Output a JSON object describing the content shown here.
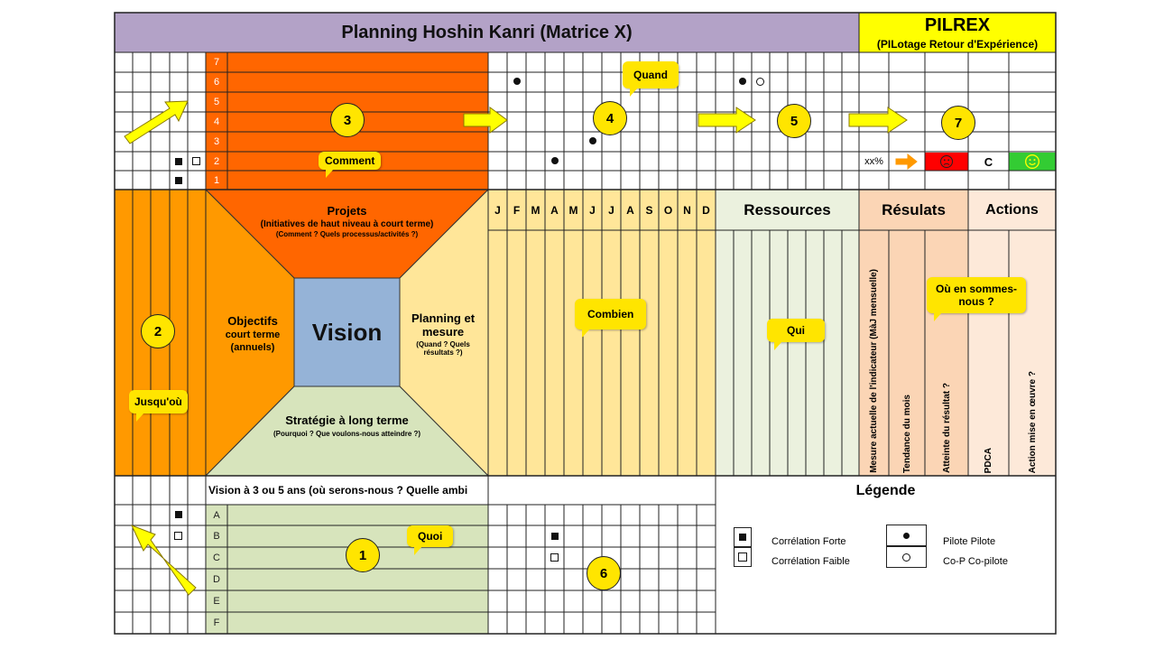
{
  "title": "Planning Hoshin Kanri (Matrice X)",
  "brand": {
    "name": "PILREX",
    "subtitle": "(PILotage Retour d'Expérience)"
  },
  "center": {
    "vision": "Vision",
    "top": {
      "title": "Projets",
      "line1": "(Initiatives de haut niveau à court terme)",
      "line2": "(Comment ? Quels processus/activités ?)"
    },
    "left": {
      "title": "Objectifs",
      "line1": "court terme",
      "line2": "(annuels)"
    },
    "right": {
      "title1": "Planning et",
      "title2": "mesure",
      "line1": "(Quand ? Quels",
      "line2": "résultats ?)"
    },
    "bottom": {
      "title": "Stratégie à long terme",
      "line1": "(Pourquoi ? Que voulons-nous atteindre ?)"
    }
  },
  "rows_top": [
    "7",
    "6",
    "5",
    "4",
    "3",
    "2",
    "1"
  ],
  "rows_bottom": [
    "A",
    "B",
    "C",
    "D",
    "E",
    "F"
  ],
  "months": [
    "J",
    "F",
    "M",
    "A",
    "M",
    "J",
    "J",
    "A",
    "S",
    "O",
    "N",
    "D"
  ],
  "vision_bar": "Vision à 3 ou 5 ans (où serons-nous ? Quelle ambi",
  "headers": {
    "ressources": "Ressources",
    "resultats": "Résulats",
    "actions": "Actions"
  },
  "vertical_labels": [
    "Mesure actuelle de l'indicateur (MàJ mensuelle)",
    "Tendance du mois",
    "Atteinte du résultat ?",
    "PDCA",
    "Action mise en œuvre ?"
  ],
  "status_row": {
    "pct": "xx%",
    "c": "C"
  },
  "numbers": [
    "1",
    "2",
    "3",
    "4",
    "5",
    "6",
    "7"
  ],
  "bubbles": {
    "comment": "Comment",
    "quand": "Quand",
    "jusquou": "Jusqu'où",
    "combien": "Combien",
    "qui": "Qui",
    "ouen1": "Où en sommes-",
    "ouen2": "nous ?",
    "quoi": "Quoi"
  },
  "legend": {
    "title": "Légende",
    "forte": "Corrélation Forte",
    "faible": "Corrélation Faible",
    "pilote": "Pilote Pilote",
    "copilote": "Co-P Co-pilote"
  },
  "colors": {
    "header": "#b3a2c7",
    "brand": "#ffff00",
    "orange_dark": "#ff6600",
    "orange": "#ff9900",
    "orange_light": "#f79646",
    "green_light": "#d7e4bc",
    "yellow_light": "#ffe699",
    "green_pale": "#ebf1de",
    "salmon": "#fbd5b5",
    "salmon_pale": "#fde9d9",
    "blue": "#95b3d7",
    "red": "#ff0000",
    "green": "#33cc33",
    "arrow": "#ffff00"
  }
}
